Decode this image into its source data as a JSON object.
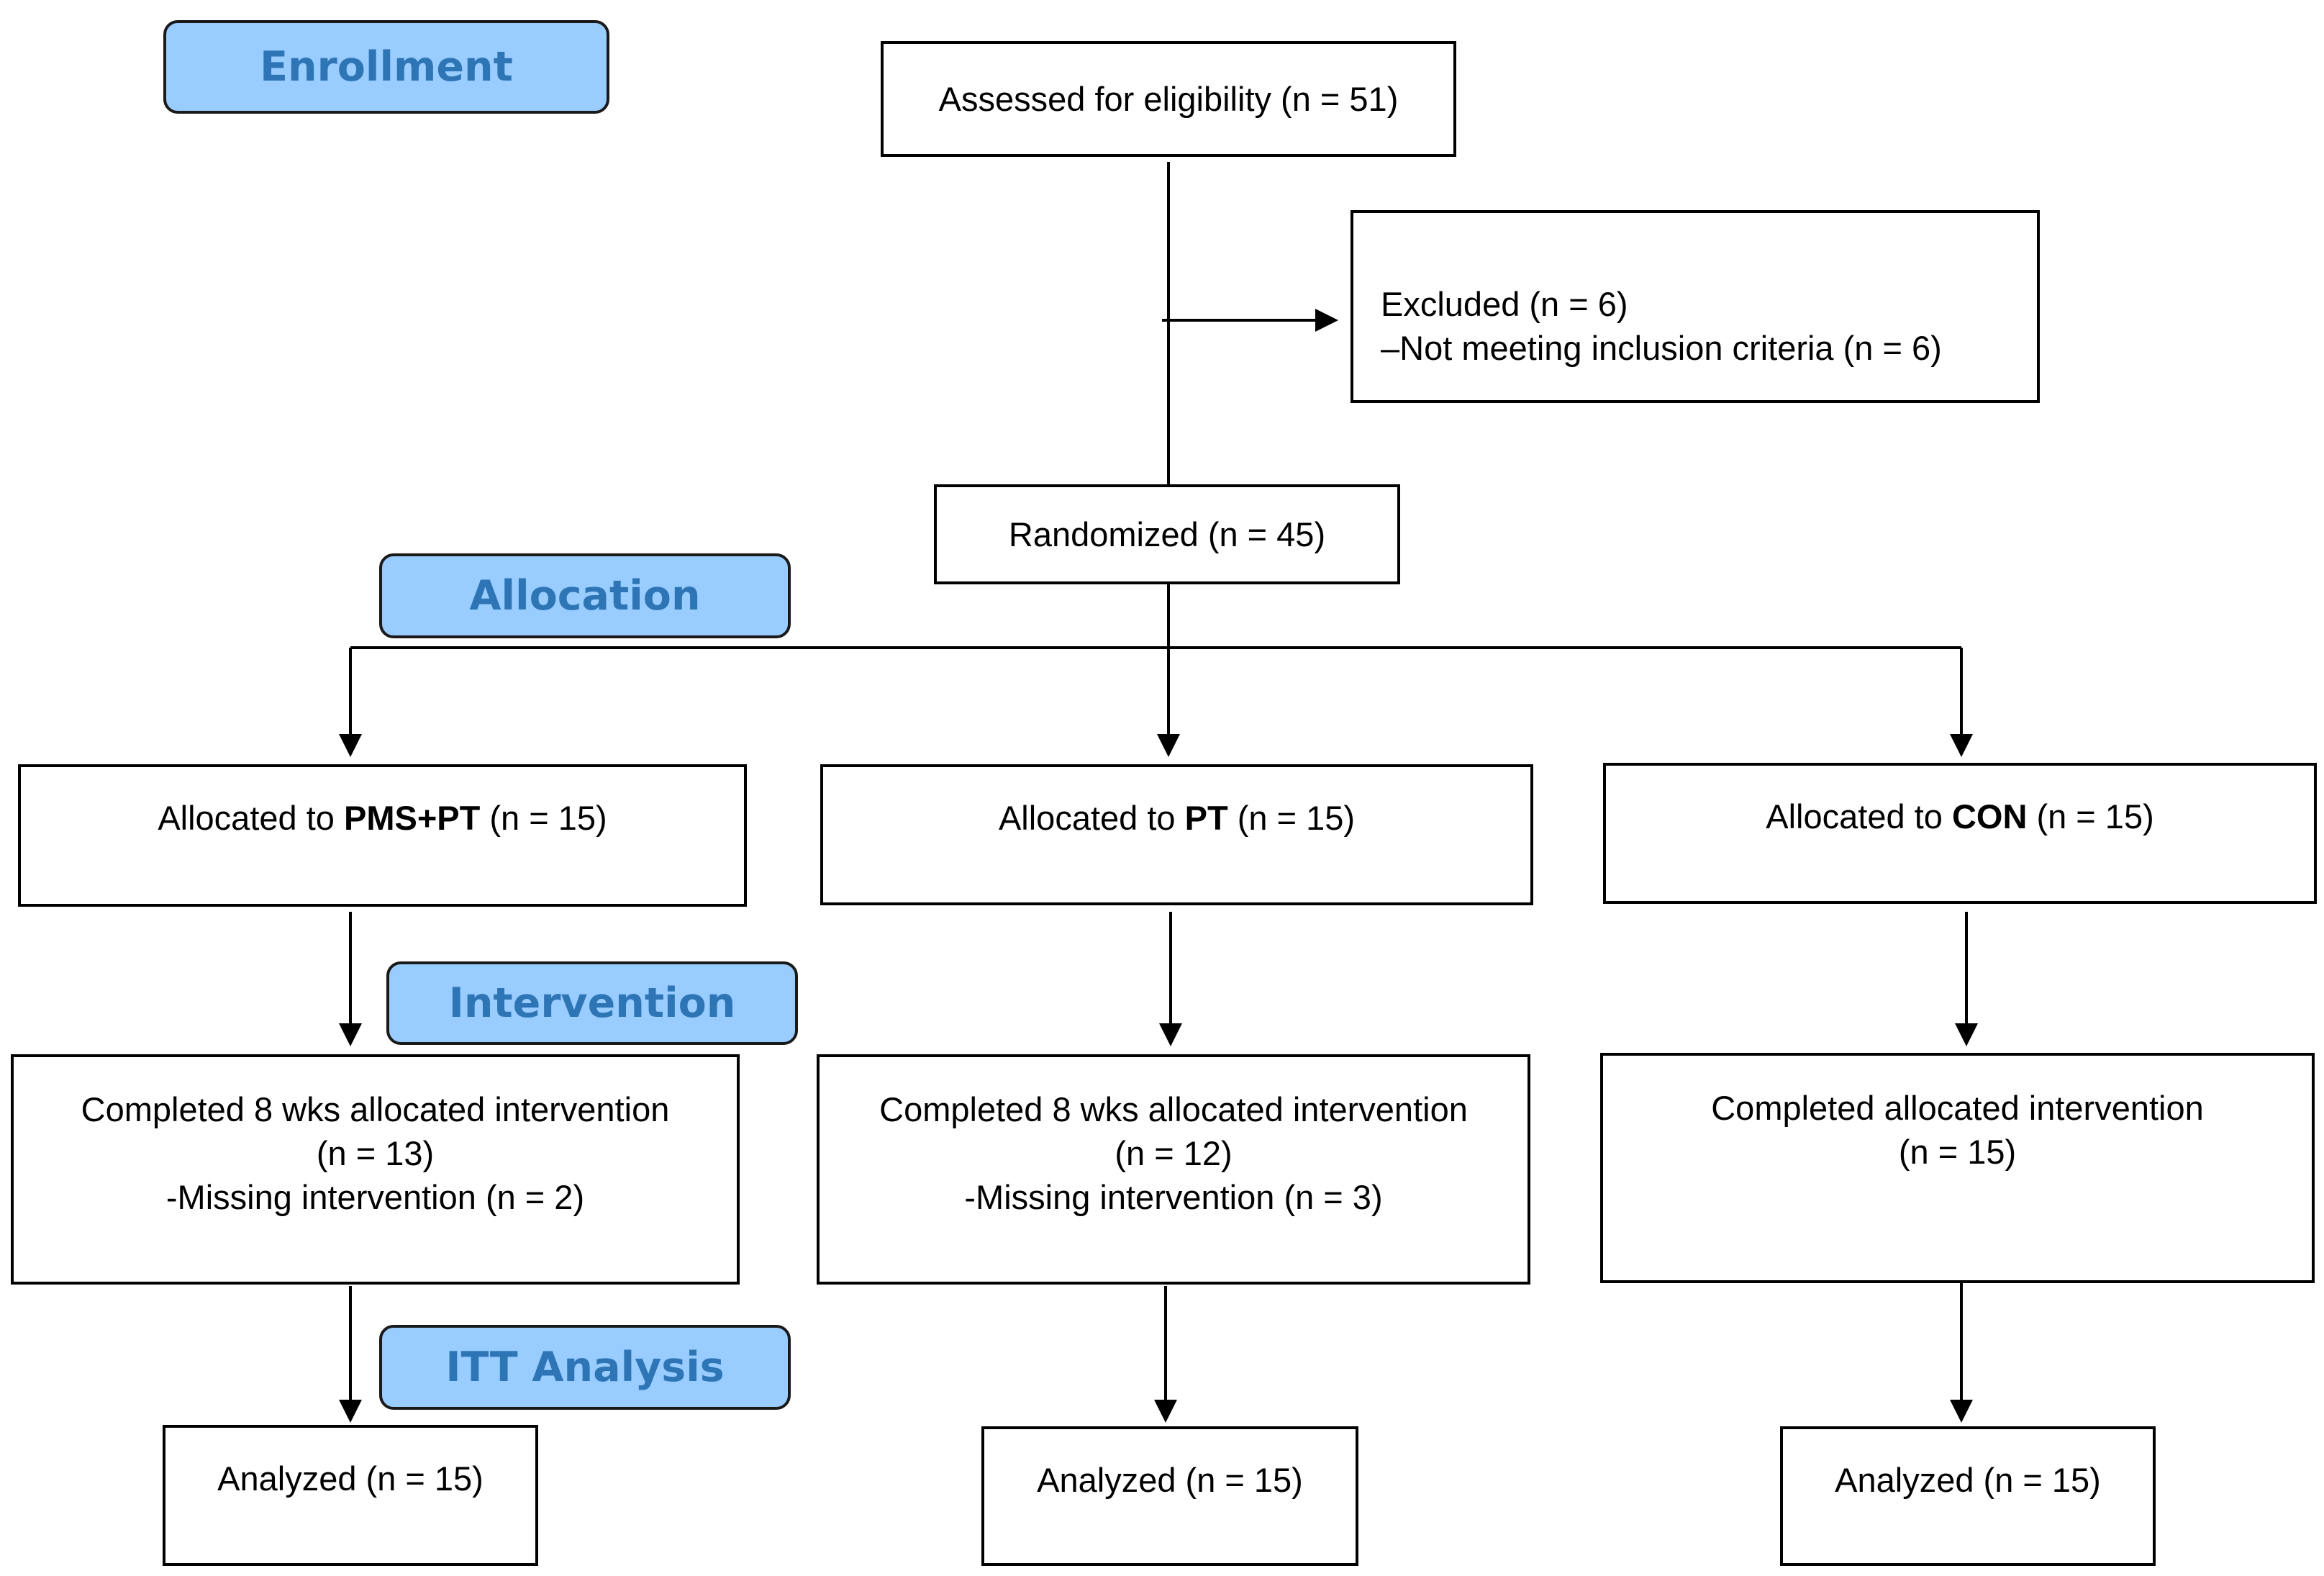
{
  "colors": {
    "stage_fill": "#99ccff",
    "stage_text": "#2e75b6",
    "line": "#000000"
  },
  "stages": {
    "enrollment": "Enrollment",
    "allocation": "Allocation",
    "intervention": "Intervention",
    "itt_analysis": "ITT Analysis"
  },
  "assessed": "Assessed for eligibility (n = 51)",
  "excluded": {
    "title": "Excluded  (n = 6)",
    "reason": "–Not meeting inclusion criteria (n = 6)"
  },
  "randomized": "Randomized  (n = 45)",
  "groups": [
    {
      "prefix": "Allocated to ",
      "name": "PMS+PT",
      "count": " (n = 15)",
      "completed": "Completed 8 wks allocated intervention",
      "completed_n": "(n = 13)",
      "missing": "-Missing intervention (n = 2)",
      "analyzed": "Analyzed  (n = 15)"
    },
    {
      "prefix": "Allocated to ",
      "name": "PT",
      "count": " (n = 15)",
      "completed": "Completed 8 wks allocated intervention",
      "completed_n": "(n = 12)",
      "missing": "-Missing intervention (n = 3)",
      "analyzed": "Analyzed  (n = 15)"
    },
    {
      "prefix": "Allocated to ",
      "name": "CON",
      "count": "  (n = 15)",
      "completed": "Completed allocated intervention",
      "completed_n": "(n = 15)",
      "analyzed": "Analyzed  (n = 15)"
    }
  ]
}
